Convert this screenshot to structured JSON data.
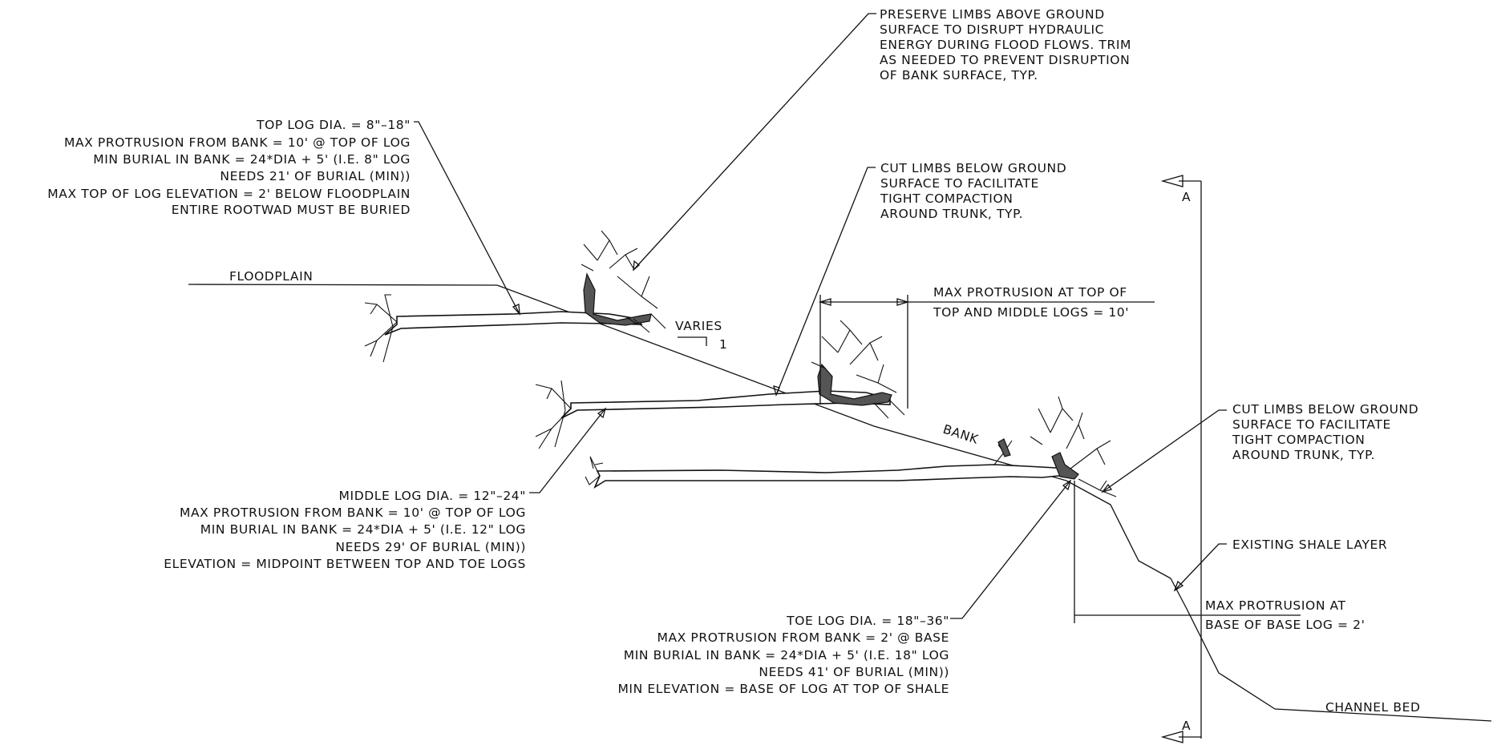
{
  "callouts": {
    "preserve_limbs": [
      "PRESERVE LIMBS ABOVE GROUND",
      "SURFACE TO DISRUPT HYDRAULIC",
      "ENERGY DURING FLOOD FLOWS. TRIM",
      "AS NEEDED TO PREVENT DISRUPTION",
      "OF BANK SURFACE, TYP."
    ],
    "top_log": [
      "TOP LOG DIA. = 8\"–18\"",
      "MAX PROTRUSION FROM BANK = 10' @ TOP OF LOG",
      "MIN BURIAL IN BANK = 24*DIA + 5' (I.E. 8\" LOG",
      "NEEDS 21' OF BURIAL (MIN))",
      "MAX TOP OF LOG ELEVATION = 2' BELOW FLOODPLAIN",
      "ENTIRE ROOTWAD MUST BE BURIED"
    ],
    "cut_limbs_1": [
      "CUT LIMBS BELOW GROUND",
      "SURFACE TO FACILITATE",
      "TIGHT COMPACTION",
      "AROUND TRUNK, TYP."
    ],
    "floodplain": "FLOODPLAIN",
    "varies": "VARIES",
    "slope_one": "1",
    "max_protrusion_top": [
      "MAX PROTRUSION AT TOP OF",
      "TOP AND MIDDLE LOGS = 10'"
    ],
    "bank": "BANK",
    "cut_limbs_2": [
      "CUT LIMBS BELOW GROUND",
      "SURFACE TO FACILITATE",
      "TIGHT COMPACTION",
      "AROUND TRUNK, TYP."
    ],
    "middle_log": [
      "MIDDLE LOG DIA. = 12\"–24\"",
      "MAX PROTRUSION FROM BANK = 10' @ TOP OF LOG",
      "MIN BURIAL IN BANK = 24*DIA + 5' (I.E. 12\" LOG",
      "NEEDS 29' OF BURIAL (MIN))",
      "ELEVATION = MIDPOINT BETWEEN TOP AND TOE LOGS"
    ],
    "shale": "EXISTING SHALE LAYER",
    "max_protrusion_base": [
      "MAX PROTRUSION AT",
      "BASE OF BASE LOG = 2'"
    ],
    "toe_log": [
      "TOE LOG DIA. = 18\"–36\"",
      "MAX PROTRUSION FROM BANK = 2' @ BASE",
      "MIN BURIAL IN BANK = 24*DIA + 5' (I.E. 18\" LOG",
      "NEEDS 41' OF BURIAL (MIN))",
      "MIN ELEVATION = BASE OF LOG AT TOP OF SHALE"
    ],
    "channel_bed": "CHANNEL BED",
    "section_top": "A",
    "section_bottom": "A"
  }
}
